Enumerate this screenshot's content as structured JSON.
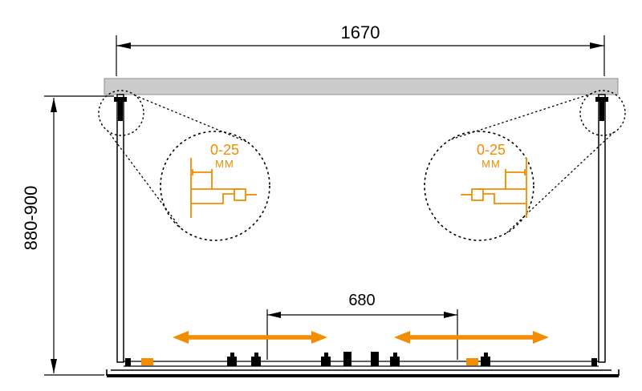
{
  "diagram": {
    "title": "shower-enclosure-dimension-drawing",
    "top_width_label": "1670",
    "height_label": "880-900",
    "door_travel_label": "680",
    "detail": {
      "range": "0-25",
      "unit": "ММ"
    },
    "colors": {
      "accent": "#F28C00",
      "line": "#000000",
      "wall": "#CBCBCB"
    }
  }
}
